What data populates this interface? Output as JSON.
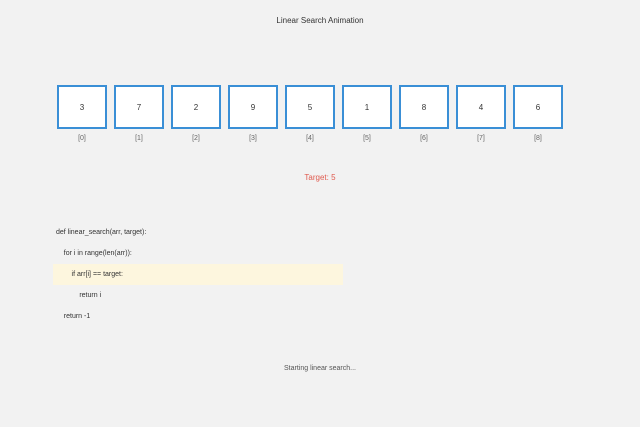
{
  "title": "Linear Search Animation",
  "array": {
    "values": [
      "3",
      "7",
      "2",
      "9",
      "5",
      "1",
      "8",
      "4",
      "6"
    ],
    "indices": [
      "[0]",
      "[1]",
      "[2]",
      "[3]",
      "[4]",
      "[5]",
      "[6]",
      "[7]",
      "[8]"
    ]
  },
  "target_label": "Target: 5",
  "code": {
    "lines": [
      "def linear_search(arr, target):",
      "    for i in range(len(arr)):",
      "        if arr[i] == target:",
      "            return i",
      "    return -1"
    ],
    "highlighted_line": 3
  },
  "status": "Starting linear search...",
  "colors": {
    "background": "#f2f2f2",
    "cell_border": "#3a8fd6",
    "target": "#e05a4e",
    "highlight": "#fdf6de"
  }
}
